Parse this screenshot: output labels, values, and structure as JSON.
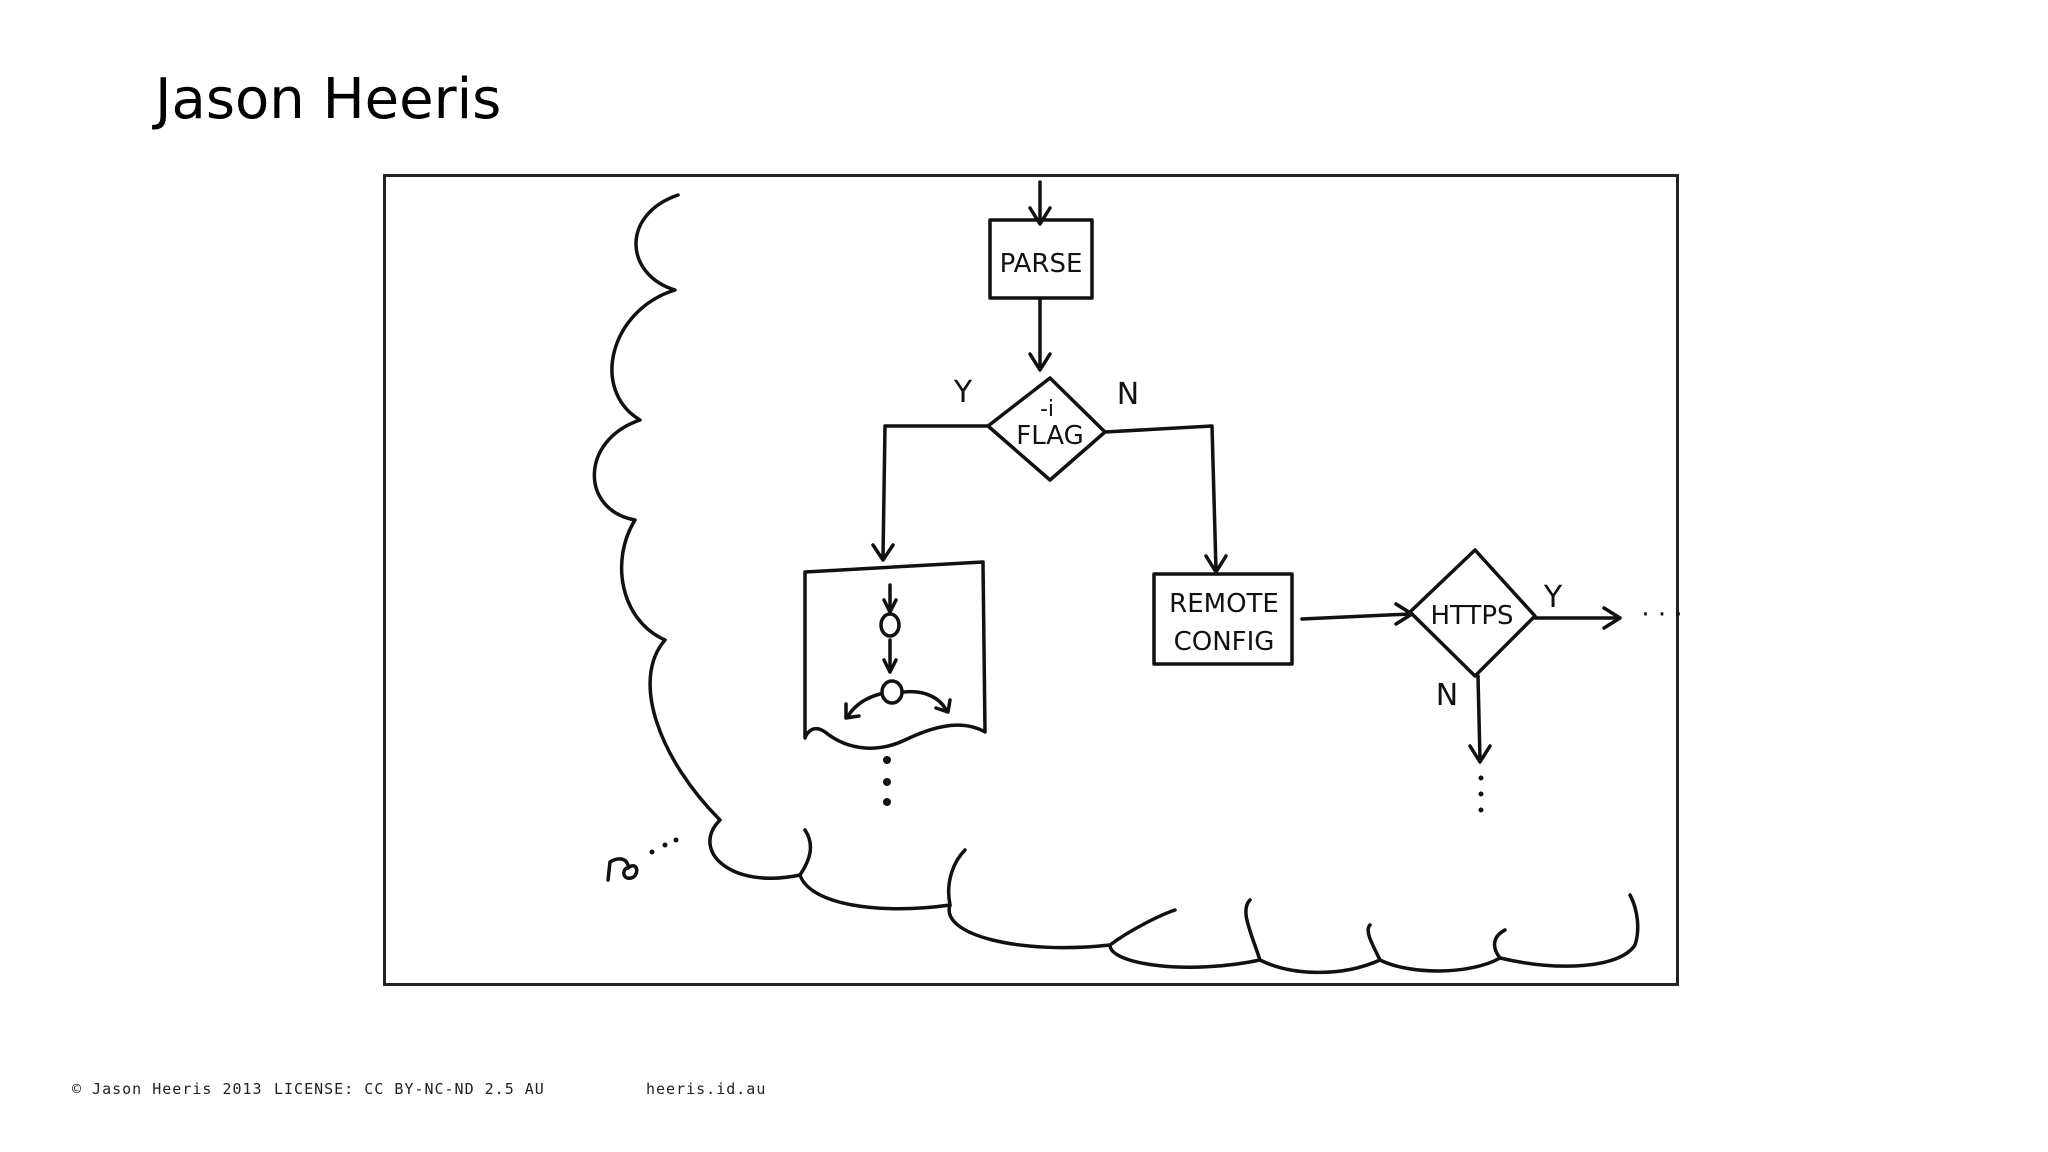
{
  "slide": {
    "title": "Jason Heeris"
  },
  "diagram": {
    "parse_label": "PARSE",
    "flag_label_line1": "-i",
    "flag_label_line2": "FLAG",
    "remote_line1": "REMOTE",
    "remote_line2": "CONFIG",
    "https_label": "HTTPS",
    "yes_label": "Y",
    "no_label": "N",
    "continue_label": "· · ·"
  },
  "footer": {
    "copyright": "© Jason Heeris 2013",
    "license": "LICENSE: CC BY-NC-ND 2.5 AU",
    "site": "heeris.id.au"
  }
}
